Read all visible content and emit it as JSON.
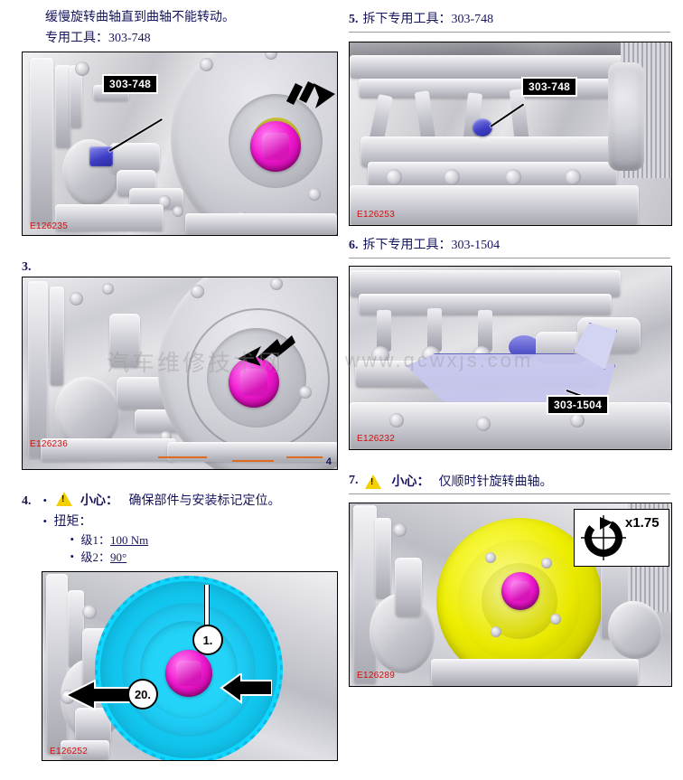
{
  "document": {
    "watermark_cn": "汽车维修技术网",
    "watermark_en": "www.qcwxjs.com"
  },
  "left_column": {
    "intro": {
      "line1": "缓慢旋转曲轴直到曲轴不能转动。",
      "line2": "专用工具：303-748"
    },
    "figure_1": {
      "ecode": "E126235",
      "callout": "303-748"
    },
    "step_3": {
      "number": "3.",
      "text": "",
      "figure": {
        "ecode": "E126236",
        "corner_mark": "4"
      }
    },
    "step_4": {
      "number": "4.",
      "caution_label": "小心：",
      "caution_text": "确保部件与安装标记定位。",
      "torque_label": "扭矩：",
      "torque_items": [
        {
          "stage": "级1：",
          "value": "100 Nm"
        },
        {
          "stage": "级2：",
          "value": "90°"
        }
      ],
      "figure": {
        "ecode": "E126252",
        "bubble_top": "1.",
        "bubble_bottom": "20."
      }
    }
  },
  "right_column": {
    "step_5": {
      "number": "5.",
      "text": "拆下专用工具：303-748",
      "figure": {
        "ecode": "E126253",
        "callout": "303-748"
      }
    },
    "step_6": {
      "number": "6.",
      "text": "拆下专用工具：303-1504",
      "figure": {
        "ecode": "E126232",
        "callout": "303-1504"
      }
    },
    "step_7": {
      "number": "7.",
      "caution_label": "小心：",
      "caution_text": "仅顺时针旋转曲轴。",
      "figure": {
        "ecode": "E126289",
        "rotation_label": "x1.75"
      }
    }
  },
  "colors": {
    "tool_blue": "#3f3fc8",
    "crank_bolt_magenta": "#f21ad2",
    "pulley_cyan": "#12c8f0",
    "pulley_yellow": "#ededor",
    "ecode_red": "#d01010",
    "caution_yellow": "#f5d000",
    "gasket_lavender": "#c7c7ef"
  }
}
